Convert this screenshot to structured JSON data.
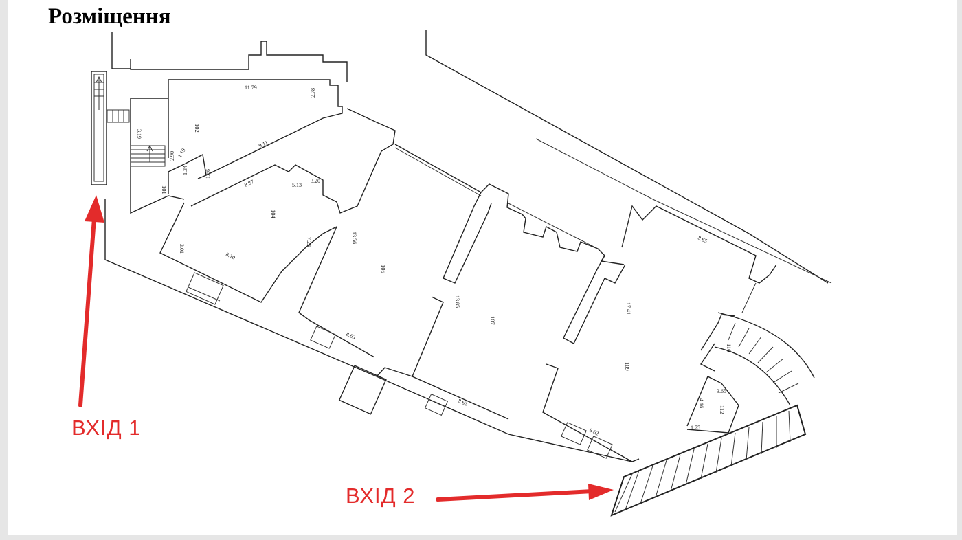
{
  "title": "Розміщення",
  "entrances": [
    {
      "label": "ВХІД 1"
    },
    {
      "label": "ВХІД 2"
    }
  ],
  "accent_color": "#e32b2b",
  "dimensions": {
    "d_11_79": "11.79",
    "d_2_78": "2.78",
    "d_3_19": "3.19",
    "d_9_11": "9.11",
    "d_2_90": "2.90",
    "d_1_19": "1.19",
    "d_1_56": "1.56",
    "d_1_34": "1.34",
    "d_8_87": "8.87",
    "d_5_13": "5.13",
    "d_3_20": "3.20",
    "d_3_01": "3.01",
    "d_8_10": "8.10",
    "d_7_23": "7.23",
    "d_13_56": "13.56",
    "d_8_63": "8.63",
    "d_13_85": "13.85",
    "d_8_62a": "8.62",
    "d_8_62b": "8.62",
    "d_8_65": "8.65",
    "d_17_41": "17.41",
    "d_3_65": "3.65",
    "d_4_16": "4.16",
    "d_1_75": "1.75"
  },
  "rooms": {
    "r102": "102",
    "r101": "101",
    "r104": "104",
    "r105": "105",
    "r107": "107",
    "r109": "109",
    "r110": "110",
    "r112": "112"
  }
}
